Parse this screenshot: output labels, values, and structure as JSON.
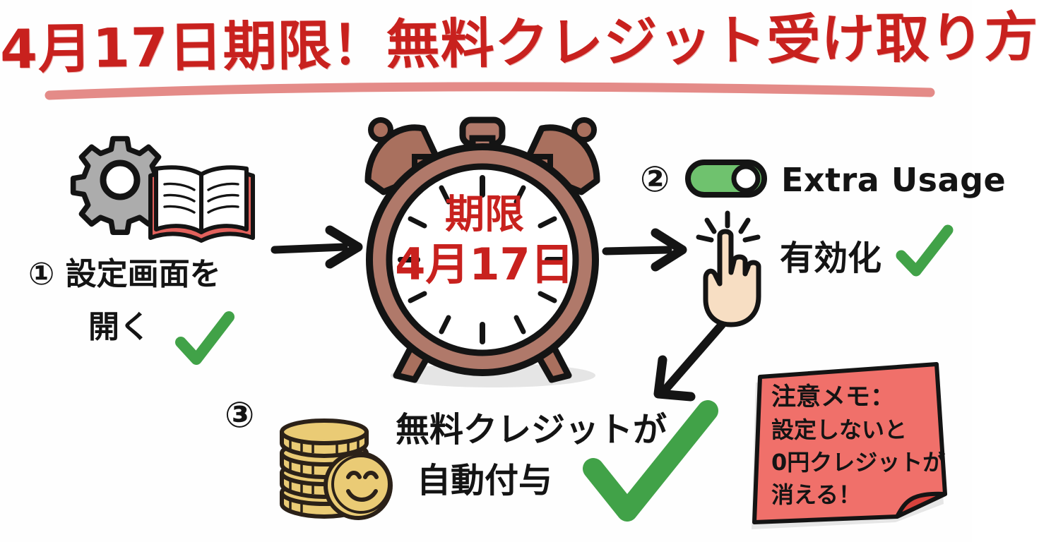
{
  "title": {
    "text": "4月17日期限！無料クレジット受け取り方",
    "color": "#C8211E",
    "underline_color": "#E2817E"
  },
  "steps": [
    {
      "number": "①",
      "icons": [
        "gear-icon",
        "open-book-icon"
      ],
      "line1": "① 設定画面を",
      "line2": "開く",
      "check": "✓"
    },
    {
      "number": "②",
      "toggle_state": "on",
      "toggle_label": "Extra Usage",
      "icons": [
        "toggle-switch",
        "pointing-hand-icon"
      ],
      "label": "有効化",
      "check": "✓"
    },
    {
      "number": "③",
      "icons": [
        "coins-stack-icon",
        "smiley-coin-icon"
      ],
      "line1": "無料クレジットが",
      "line2": "自動付与",
      "check": "✓"
    }
  ],
  "clock": {
    "line1": "期限",
    "line2": "4月17日",
    "body_color": "#A9705E",
    "text_color": "#C8211E"
  },
  "sticky_note": {
    "lines": [
      "注意メモ：",
      "設定しないと",
      "0円クレジットが",
      "消える！"
    ],
    "color": "#F0706A"
  },
  "colors": {
    "red": "#C8211E",
    "green_check": "#41A248",
    "toggle_green": "#6FC26E",
    "gear_gray": "#ACACAC",
    "coin_gold": "#EACB75",
    "skin": "#F7DEC3",
    "note_pink": "#F0706A",
    "ink": "#141414"
  },
  "arrows": [
    {
      "name": "arrow-step1-to-clock",
      "direction": "right"
    },
    {
      "name": "arrow-clock-to-step2",
      "direction": "right"
    },
    {
      "name": "arrow-step2-to-step3",
      "direction": "down-left"
    }
  ]
}
